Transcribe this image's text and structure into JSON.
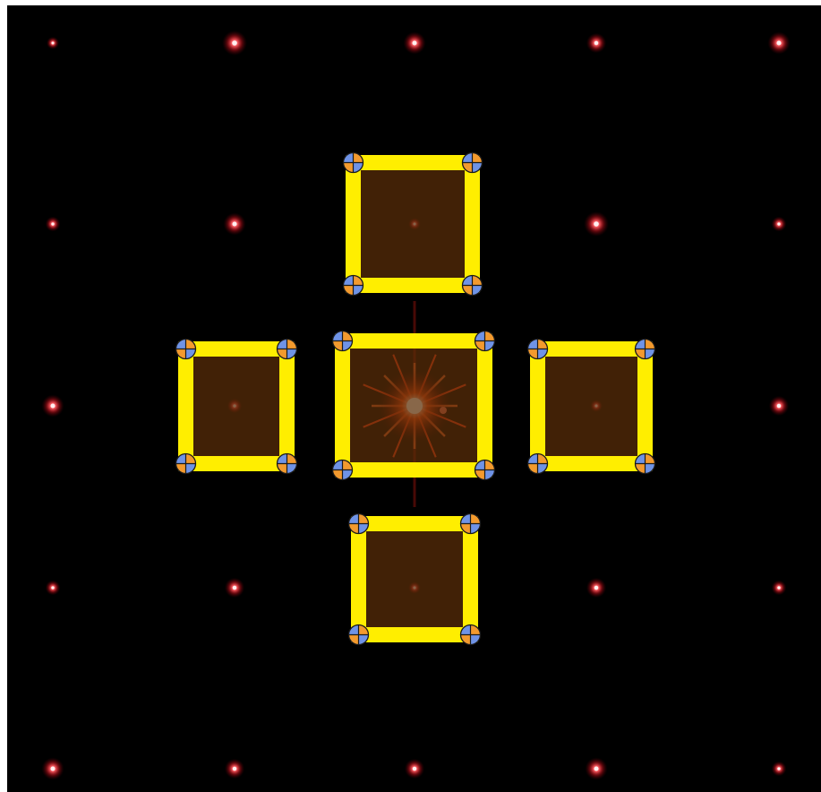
{
  "colors": {
    "background": "#000000",
    "roi_border": "#ffee00",
    "roi_fill": "#5a2e08",
    "handle_orange": "#f39a2e",
    "handle_blue": "#6f93e6",
    "spot_core": "#fff0f0",
    "spot_glow": "#ff1a2a",
    "center_glow": "#ff3a10"
  },
  "regions": [
    {
      "name": "roi-center"
    },
    {
      "name": "roi-top"
    },
    {
      "name": "roi-left"
    },
    {
      "name": "roi-right"
    },
    {
      "name": "roi-bottom"
    }
  ],
  "spot_grid": {
    "rows": 5,
    "cols": 5
  }
}
